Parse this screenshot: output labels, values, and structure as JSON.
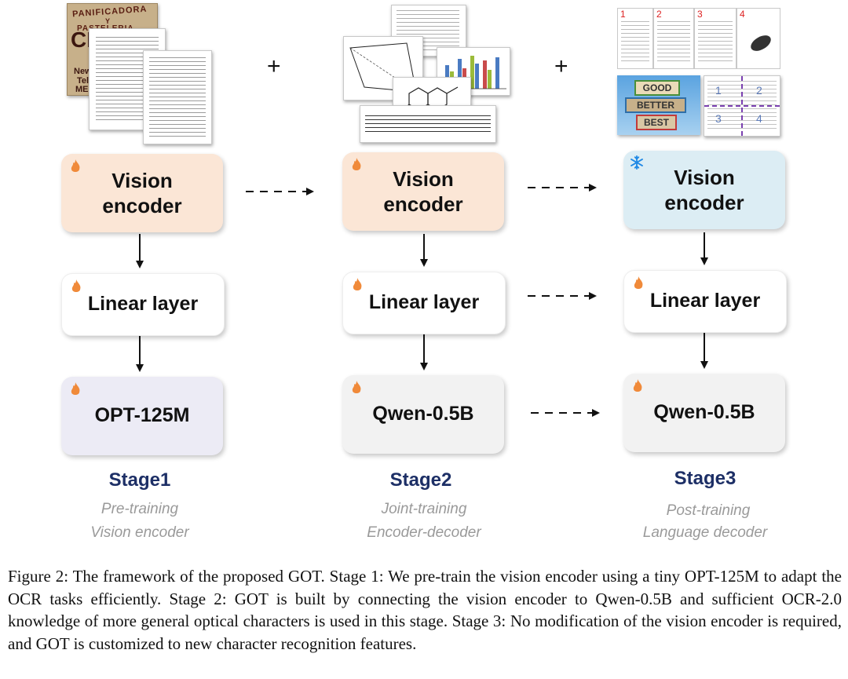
{
  "plus_sign": "+",
  "stages": [
    {
      "title": "Stage1",
      "subtitle_line1": "Pre-training",
      "subtitle_line2": "Vision encoder",
      "vision_encoder": {
        "line1": "Vision",
        "line2": "encoder",
        "state": "trainable"
      },
      "linear_layer": {
        "label": "Linear layer",
        "state": "trainable"
      },
      "decoder": {
        "label": "OPT-125M",
        "state": "trainable"
      },
      "thumbnail_text": {
        "poster_top": "PANIFICADORA",
        "poster_mid": "Y",
        "poster_mid2": "PASTELERIA",
        "poster_big": "CE",
        "poster_left1": "New",
        "poster_left2": "Tel.",
        "poster_left3": "ME"
      }
    },
    {
      "title": "Stage2",
      "subtitle_line1": "Joint-training",
      "subtitle_line2": "Encoder-decoder",
      "vision_encoder": {
        "line1": "Vision",
        "line2": "encoder",
        "state": "trainable"
      },
      "linear_layer": {
        "label": "Linear layer",
        "state": "trainable"
      },
      "decoder": {
        "label": "Qwen-0.5B",
        "state": "trainable"
      }
    },
    {
      "title": "Stage3",
      "subtitle_line1": "Post-training",
      "subtitle_line2": "Language decoder",
      "vision_encoder": {
        "line1": "Vision",
        "line2": "encoder",
        "state": "frozen"
      },
      "linear_layer": {
        "label": "Linear layer",
        "state": "trainable"
      },
      "decoder": {
        "label": "Qwen-0.5B",
        "state": "trainable"
      },
      "page_numbers": [
        "1",
        "2",
        "3",
        "4"
      ],
      "signs": [
        "GOOD",
        "BETTER",
        "BEST"
      ],
      "grid_numbers": [
        "1",
        "2",
        "3",
        "4"
      ]
    }
  ],
  "caption": "Figure 2: The framework of the proposed GOT. Stage 1: We pre-train the vision encoder using a tiny OPT-125M to adapt the OCR tasks efficiently. Stage 2: GOT is built by connecting the vision encoder to Qwen-0.5B and sufficient OCR-2.0 knowledge of more general optical characters is used in this stage. Stage 3: No modification of the vision encoder is required, and GOT is customized to new character recognition features.",
  "colors": {
    "trainable_box": "#fbe6d6",
    "frozen_box": "#dcedf4",
    "linear_box": "#ffffff",
    "opt_box": "#ecebf5",
    "qwen_box": "#f2f2f2",
    "stage_title": "#1d2f66",
    "subtitle": "#9a9a9a",
    "flame": "#f08a3a",
    "snowflake": "#1e88e5"
  }
}
